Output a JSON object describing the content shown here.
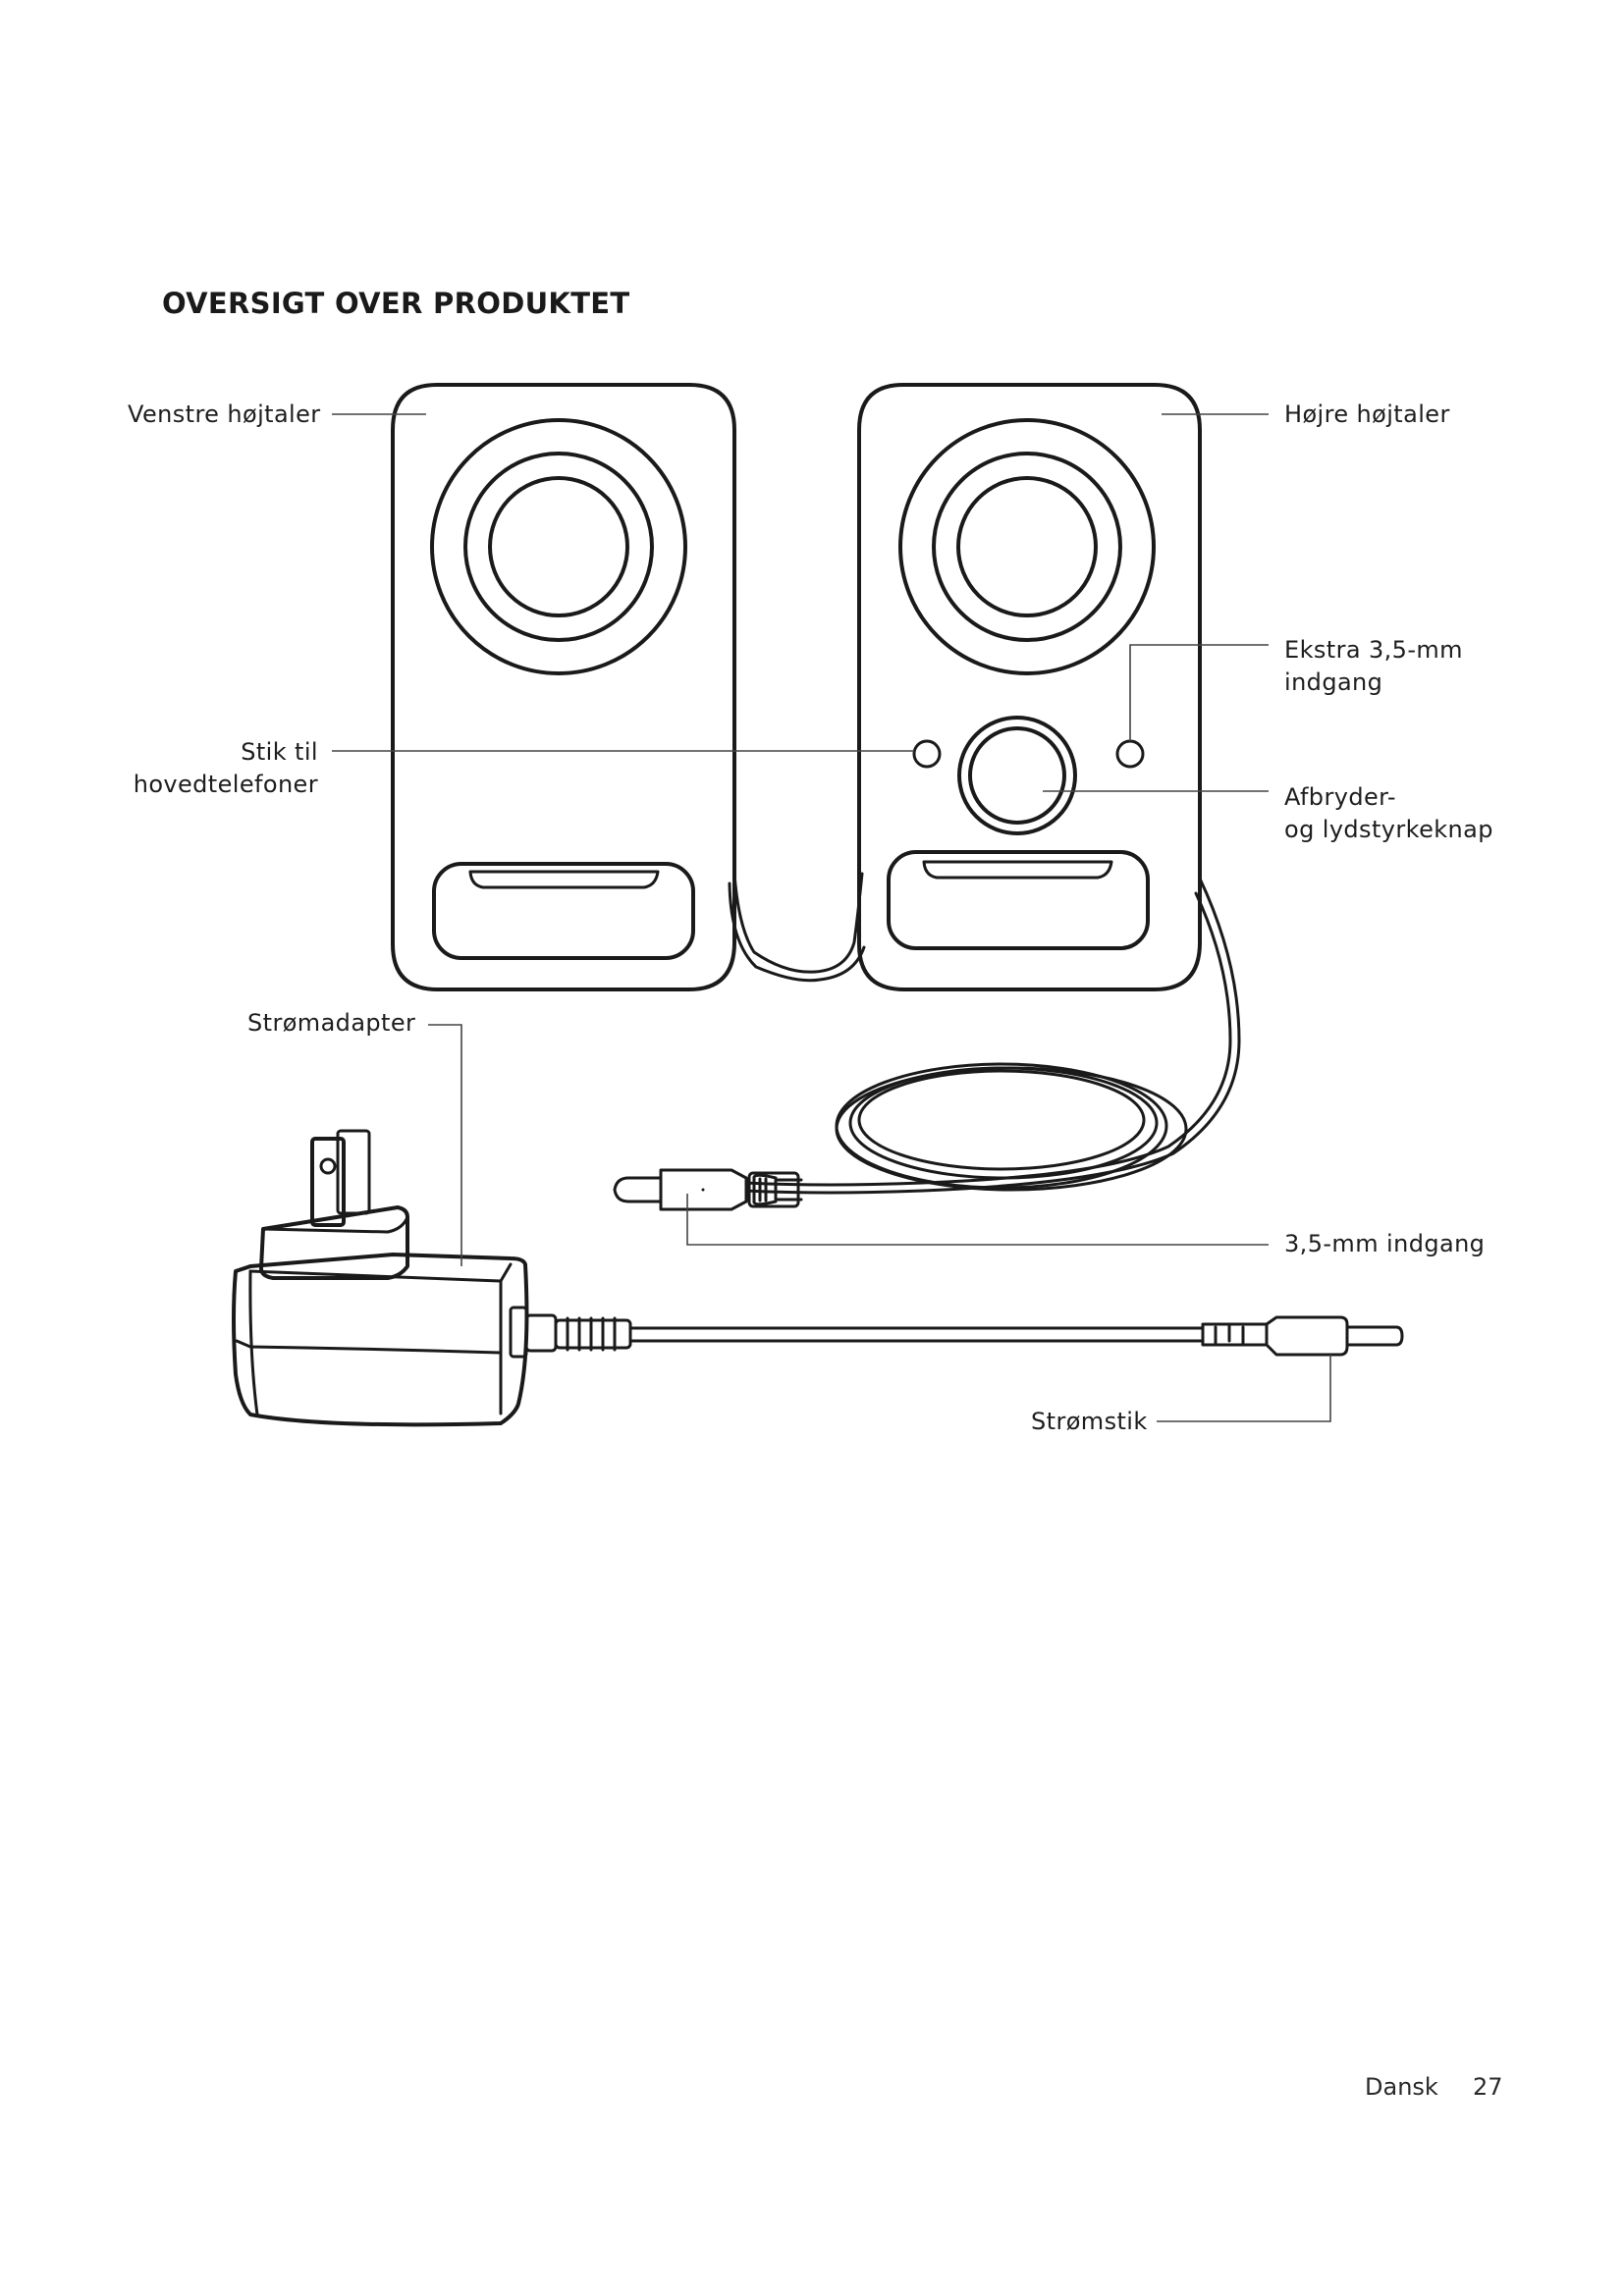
{
  "page": {
    "title": "OVERSIGT OVER PRODUKTET",
    "footer": {
      "language": "Dansk",
      "page_number": "27"
    }
  },
  "callouts": {
    "left_speaker": "Venstre højtaler",
    "right_speaker": "Højre højtaler",
    "aux_input_line1": "Ekstra 3,5-mm",
    "aux_input_line2": "indgang",
    "headphone_jack_line1": "Stik til",
    "headphone_jack_line2": "hovedtelefoner",
    "power_volume_line1": "Afbryder-",
    "power_volume_line2": "og lydstyrkeknap",
    "power_adapter": "Strømadapter",
    "input_35mm": "3,5-mm indgang",
    "power_plug": "Strømstik"
  }
}
